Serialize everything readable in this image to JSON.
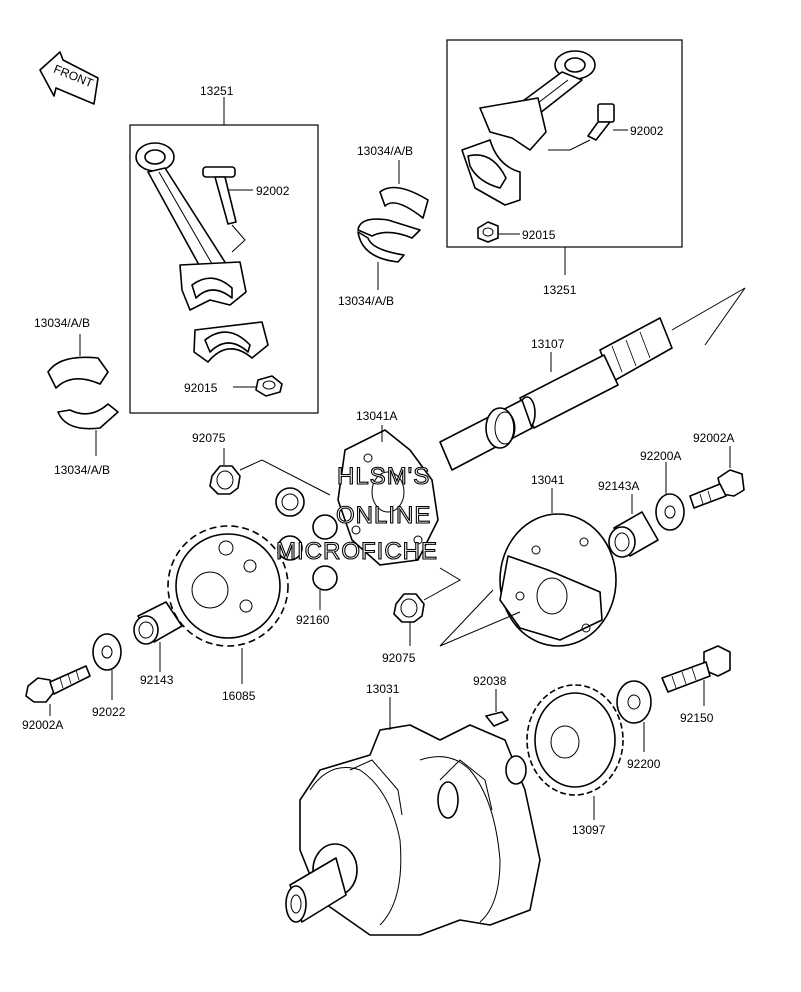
{
  "labels": {
    "front": "FRONT",
    "l13251_left": "13251",
    "l92002_left": "92002",
    "l92015_left": "92015",
    "l13034_box_top": "13034/A/B",
    "l13034_box_bottom": "13034/A/B",
    "l13034_left_top": "13034/A/B",
    "l13034_left_bottom": "13034/A/B",
    "l92002_right": "92002",
    "l92015_right": "92015",
    "l13251_right": "13251",
    "l13107": "13107",
    "l13041A": "13041A",
    "l92075_top": "92075",
    "l92002A_right": "92002A",
    "l92200A": "92200A",
    "l13041": "13041",
    "l92143A": "92143A",
    "l92160": "92160",
    "l92075_bottom": "92075",
    "l92143": "92143",
    "l16085": "16085",
    "l92022": "92022",
    "l92002A_left": "92002A",
    "l13031": "13031",
    "l92038": "92038",
    "l92150": "92150",
    "l92200": "92200",
    "l13097": "13097"
  },
  "watermark": {
    "line1": "HLSM'S",
    "line2": "ONLINE",
    "line3": "MICROFICHE"
  }
}
